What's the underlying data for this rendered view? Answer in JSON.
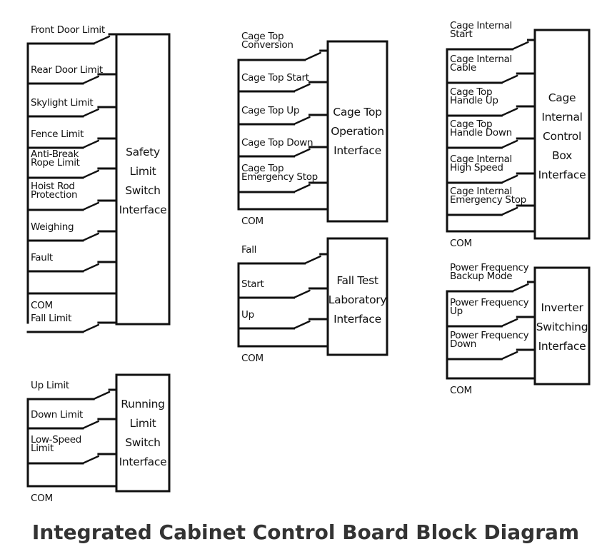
{
  "title": "Integrated Cabinet Control Board Block Diagram",
  "blocks": {
    "safety": {
      "name": [
        "Safety",
        "Limit",
        "Switch",
        "Interface"
      ],
      "inputs": [
        [
          "Front Door Limit"
        ],
        [
          "Rear Door Limit"
        ],
        [
          "Skylight Limit"
        ],
        [
          "Fence Limit"
        ],
        [
          "Anti-Break",
          "Rope Limit"
        ],
        [
          "Hoist Rod",
          "Protection"
        ],
        [
          "Weighing"
        ],
        [
          "Fault"
        ],
        [
          "COM"
        ],
        [
          "Fall Limit"
        ]
      ]
    },
    "running": {
      "name": [
        "Running",
        "Limit",
        "Switch",
        "Interface"
      ],
      "inputs": [
        [
          "Up Limit"
        ],
        [
          "Down Limit"
        ],
        [
          "Low-Speed",
          "Limit"
        ],
        [
          "COM"
        ]
      ]
    },
    "cagetop": {
      "name": [
        "Cage Top",
        "Operation",
        "Interface"
      ],
      "inputs": [
        [
          "Cage Top",
          "Conversion"
        ],
        [
          "Cage Top Start"
        ],
        [
          "Cage Top Up"
        ],
        [
          "Cage Top Down"
        ],
        [
          "Cage Top",
          "Emergency Stop"
        ],
        [
          "COM"
        ]
      ]
    },
    "falltest": {
      "name": [
        "Fall Test",
        "Laboratory",
        "Interface"
      ],
      "inputs": [
        [
          "Fall"
        ],
        [
          "Start"
        ],
        [
          "Up"
        ],
        [
          "COM"
        ]
      ]
    },
    "cageinternal": {
      "name": [
        "Cage",
        "Internal",
        "Control",
        "Box",
        "Interface"
      ],
      "inputs": [
        [
          "Cage Internal",
          "Start"
        ],
        [
          "Cage Internal",
          "Cable"
        ],
        [
          "Cage Top",
          "Handle Up"
        ],
        [
          "Cage Top",
          "Handle Down"
        ],
        [
          "Cage Internal",
          "High Speed"
        ],
        [
          "Cage Internal",
          "Emergency Stop"
        ],
        [
          "COM"
        ]
      ]
    },
    "inverter": {
      "name": [
        "Inverter",
        "Switching",
        "Interface"
      ],
      "inputs": [
        [
          "Power Frequency",
          "Backup Mode"
        ],
        [
          "Power Frequency",
          "Up"
        ],
        [
          "Power Frequency",
          "Down"
        ],
        [
          "COM"
        ]
      ]
    }
  }
}
